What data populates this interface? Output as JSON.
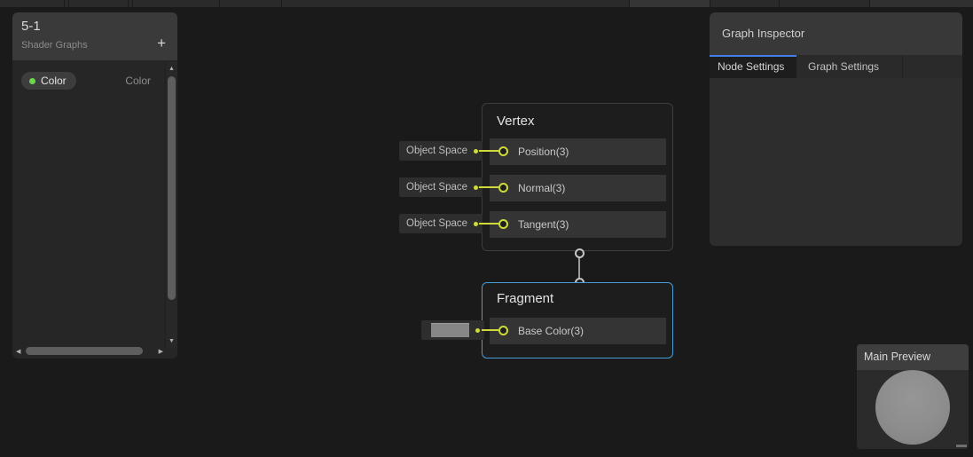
{
  "blackboard": {
    "title": "5-1",
    "subtitle": "Shader Graphs",
    "add_button_label": "+",
    "properties": [
      {
        "name": "Color",
        "type": "Color"
      }
    ]
  },
  "inspector": {
    "title": "Graph Inspector",
    "tabs": [
      {
        "label": "Node Settings",
        "active": true
      },
      {
        "label": "Graph Settings",
        "active": false
      }
    ]
  },
  "preview": {
    "title": "Main Preview"
  },
  "graph": {
    "vertex_node": {
      "title": "Vertex",
      "ports": [
        {
          "label": "Position(3)",
          "space": "Object Space"
        },
        {
          "label": "Normal(3)",
          "space": "Object Space"
        },
        {
          "label": "Tangent(3)",
          "space": "Object Space"
        }
      ]
    },
    "fragment_node": {
      "title": "Fragment",
      "selected": true,
      "ports": [
        {
          "label": "Base Color(3)",
          "swatch_color": "#878787"
        }
      ]
    },
    "edge": {
      "from": "Vertex",
      "to": "Fragment"
    }
  },
  "icons": {
    "scroll_up": "▲",
    "scroll_down": "▼",
    "scroll_left": "◀",
    "scroll_right": "▶"
  },
  "colors": {
    "port_yellow": "#cfdb3a",
    "property_green": "#6cd64c",
    "active_tab_blue": "#4080e8",
    "selected_node_blue": "#459ed8",
    "preview_sphere_gray": "#8d8d8d"
  }
}
